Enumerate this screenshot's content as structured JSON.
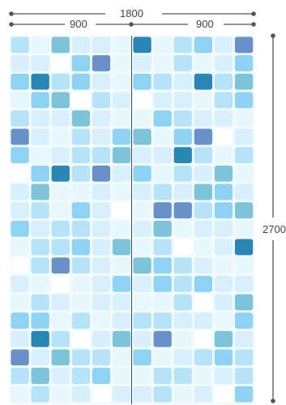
{
  "dimensions": {
    "total_width": "1800",
    "left_panel_width": "900",
    "right_panel_width": "900",
    "height": "2700"
  },
  "colors": {
    "dimension_line": "#555555",
    "seam": "#4a4a4a",
    "tile_palette": [
      "#d7f0fb",
      "#e8f7fd",
      "#b6e3f8",
      "#8fd3f4",
      "#7dc4d8",
      "#2a86b4",
      "#6a90ca",
      "#ffffff"
    ]
  }
}
